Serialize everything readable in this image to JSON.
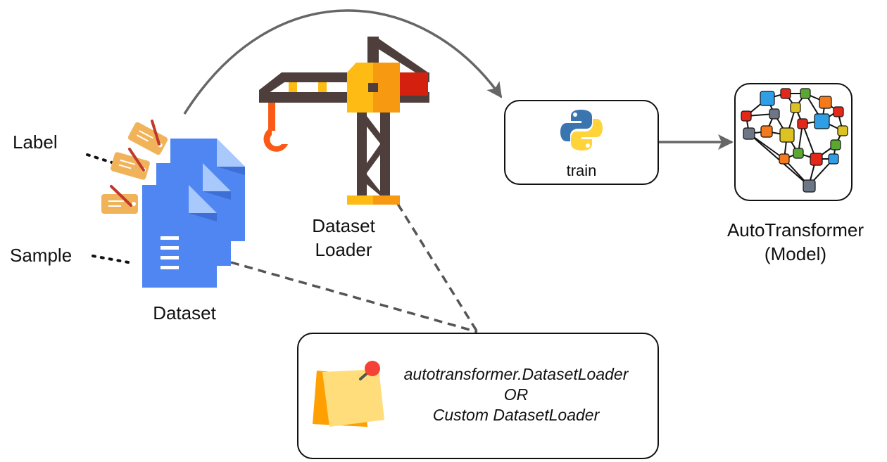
{
  "labels": {
    "label": "Label",
    "sample": "Sample",
    "dataset": "Dataset",
    "loader_line1": "Dataset",
    "loader_line2": "Loader",
    "train": "train",
    "model_line1": "AutoTransformer",
    "model_line2": "(Model)"
  },
  "note": {
    "line1": "autotransformer.DatasetLoader",
    "line2": "OR",
    "line3": "Custom DatasetLoader"
  },
  "colors": {
    "doc_blue": "#4f86f2",
    "doc_fold": "#a9c8fb",
    "tag_orange": "#f1b35a",
    "crane_dark": "#4e3f3d",
    "crane_yellow": "#fdbb14",
    "crane_orange": "#f79a12",
    "crane_red": "#d4210f",
    "hook_orange": "#fa5a16",
    "arrow_gray": "#666666",
    "python_blue": "#3a75b0",
    "python_yellow": "#ffd43b",
    "note_yellow": "#ffdd7a",
    "note_orange": "#ffa000",
    "pin_red": "#f44336"
  },
  "icons": [
    "document-stack-icon",
    "tag-icon",
    "crane-icon",
    "python-icon",
    "neural-network-icon",
    "sticky-note-icon"
  ]
}
